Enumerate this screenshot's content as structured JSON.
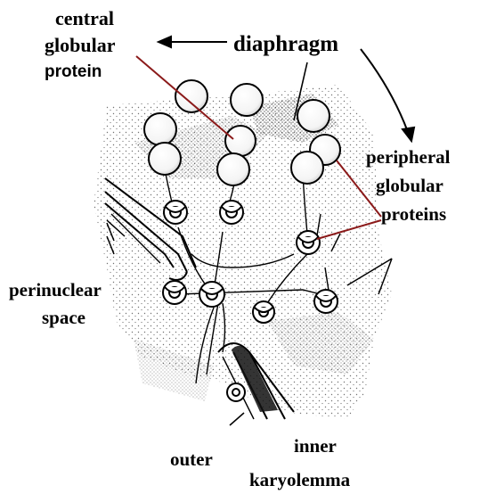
{
  "labels": {
    "central": "central",
    "globular_left": "globular",
    "protein": "protein",
    "diaphragm": "diaphragm",
    "peripheral": "peripheral",
    "globular_right": "globular",
    "proteins": "proteins",
    "perinuclear": "perinuclear",
    "space": "space",
    "inner": "inner",
    "outer": "outer",
    "karyolemma": "karyolemma"
  },
  "colors": {
    "pointer_red": "#8b1a1a",
    "ink": "#000000"
  }
}
